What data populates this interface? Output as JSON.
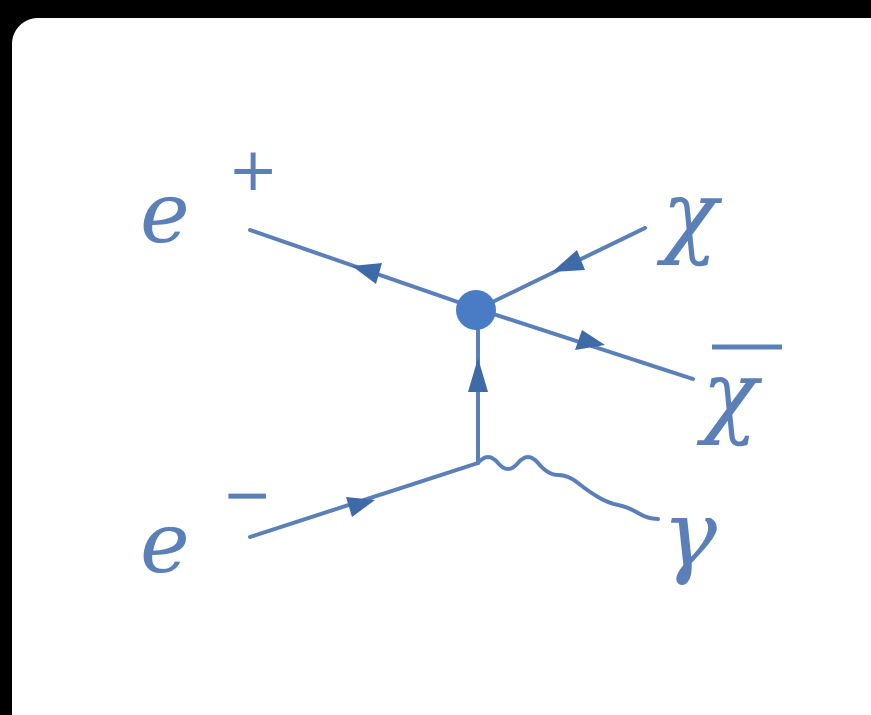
{
  "particles": {
    "positron": {
      "symbol": "e",
      "charge": "+"
    },
    "electron": {
      "symbol": "e",
      "charge": "−"
    },
    "chi": {
      "symbol": "χ"
    },
    "chibar": {
      "symbol": "χ"
    },
    "photon": {
      "symbol": "γ"
    }
  },
  "colors": {
    "line": "#5b80b8",
    "vertex": "#4a7cc6",
    "background": "#ffffff",
    "frame": "#000000"
  }
}
